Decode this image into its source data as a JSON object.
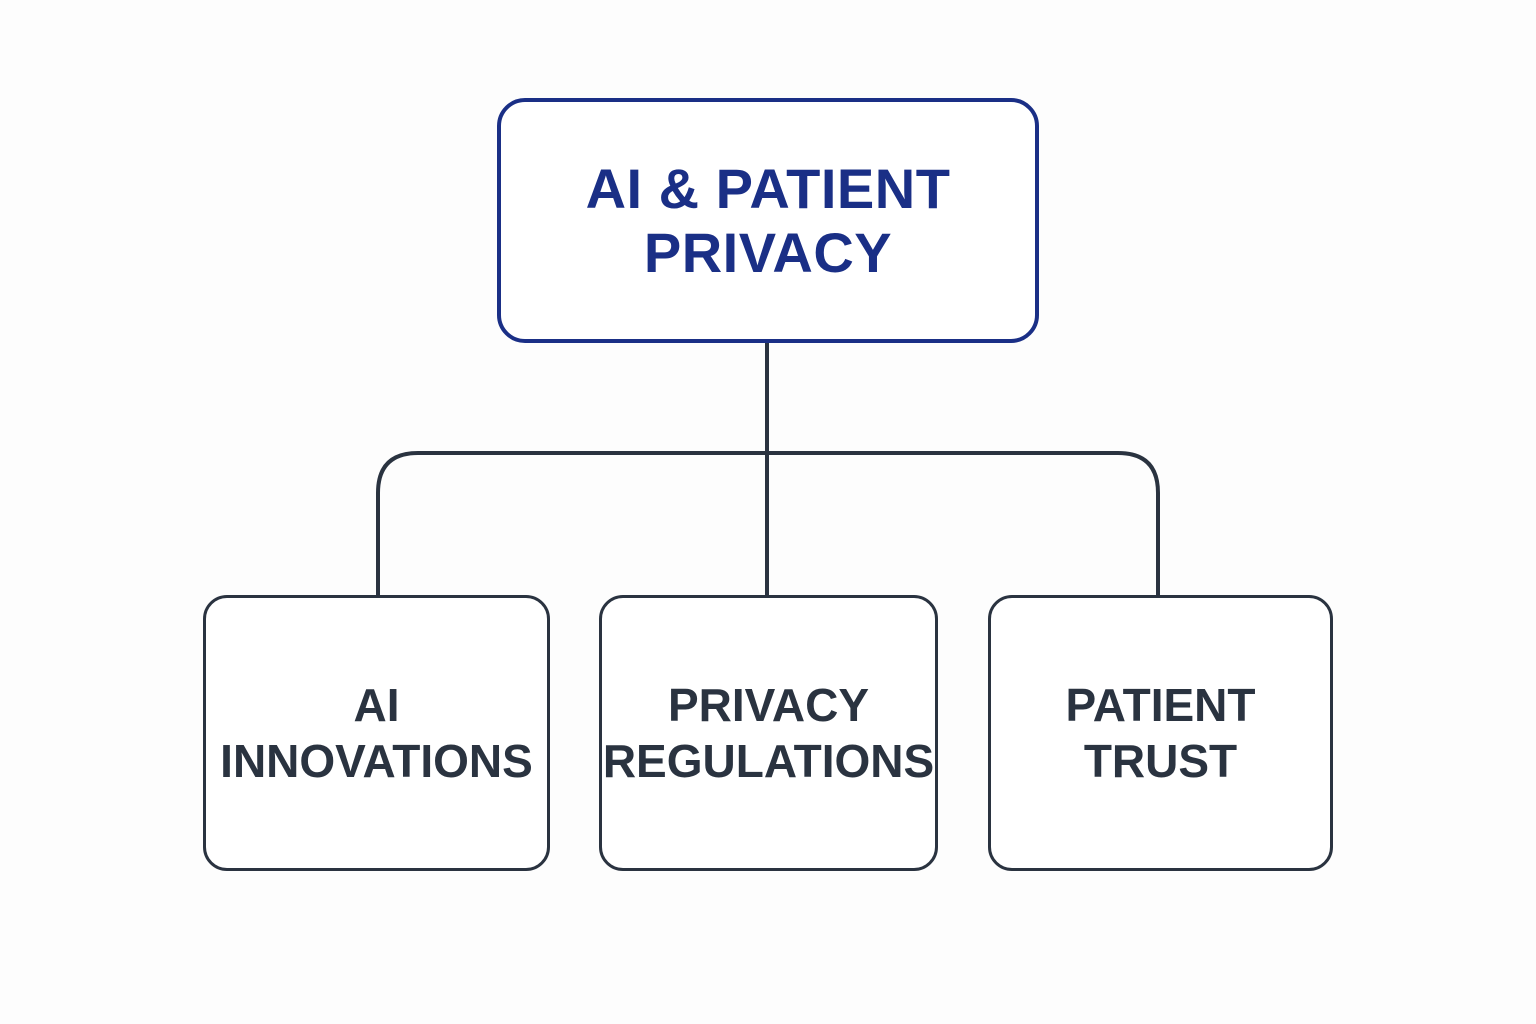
{
  "diagram": {
    "type": "hierarchy",
    "colors": {
      "root": "#1a2f86",
      "children": "#2a3340",
      "background": "#fdfdfd"
    },
    "root": {
      "lines": [
        "AI & PATIENT",
        "PRIVACY"
      ]
    },
    "children": [
      {
        "lines": [
          "AI",
          "INNOVATIONS"
        ]
      },
      {
        "lines": [
          "PRIVACY",
          "REGULATIONS"
        ]
      },
      {
        "lines": [
          "PATIENT",
          "TRUST"
        ]
      }
    ]
  }
}
